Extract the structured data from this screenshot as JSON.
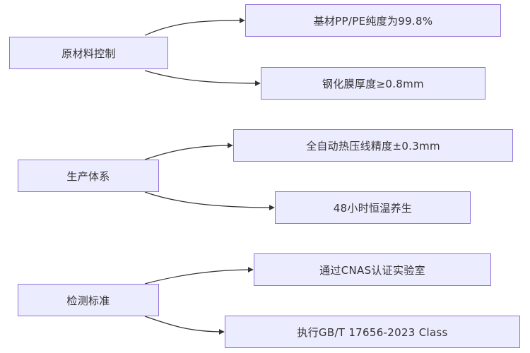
{
  "colors": {
    "node_fill": "#ECECFF",
    "node_border": "#9370DB",
    "edge": "#333333",
    "text": "#333333"
  },
  "groups": [
    {
      "label": "原材料控制",
      "children": [
        "基材PP/PE纯度为99.8%",
        "钢化膜厚度≥0.8mm"
      ]
    },
    {
      "label": "生产体系",
      "children": [
        "全自动热压线精度±0.3mm",
        "48小时恒温养生"
      ]
    },
    {
      "label": "检测标准",
      "children": [
        "通过CNAS认证实验室",
        "执行GB/T 17656-2023 Class"
      ]
    }
  ]
}
